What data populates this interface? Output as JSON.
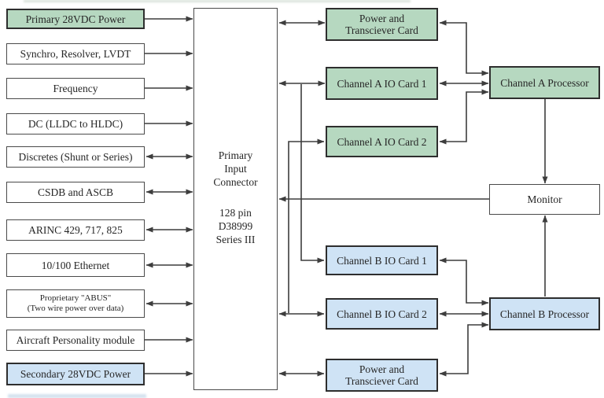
{
  "colors": {
    "green_fill": "#b6d8c0",
    "blue_fill": "#cfe3f5",
    "white_fill": "#ffffff",
    "wire": "#3d3d3d",
    "text": "#262626"
  },
  "inputs": [
    {
      "id": "primary-power",
      "label": "Primary 28VDC Power",
      "variant": "green",
      "direction": "into-connector"
    },
    {
      "id": "synchro",
      "label": "Synchro, Resolver, LVDT",
      "variant": "white",
      "direction": "into-connector"
    },
    {
      "id": "frequency",
      "label": "Frequency",
      "variant": "white",
      "direction": "into-connector"
    },
    {
      "id": "dc",
      "label": "DC (LLDC to HLDC)",
      "variant": "white",
      "direction": "into-connector"
    },
    {
      "id": "discretes",
      "label": "Discretes (Shunt or Series)",
      "variant": "white",
      "direction": "bidirectional"
    },
    {
      "id": "csdb",
      "label": "CSDB and ASCB",
      "variant": "white",
      "direction": "bidirectional"
    },
    {
      "id": "arinc",
      "label": "ARINC 429, 717, 825",
      "variant": "white",
      "direction": "bidirectional"
    },
    {
      "id": "ethernet",
      "label": "10/100 Ethernet",
      "variant": "white",
      "direction": "bidirectional"
    },
    {
      "id": "abus",
      "label": "Proprietary \"ABUS\"",
      "label2": "(Two wire power over data)",
      "variant": "white",
      "direction": "bidirectional"
    },
    {
      "id": "apm",
      "label": "Aircraft Personality module",
      "variant": "white",
      "direction": "into-connector"
    },
    {
      "id": "secondary-power",
      "label": "Secondary 28VDC Power",
      "variant": "blue",
      "direction": "into-connector"
    }
  ],
  "connector": {
    "title_lines": [
      "Primary",
      "Input",
      "Connector"
    ],
    "spec_lines": [
      "128 pin",
      "D38999",
      "Series III"
    ]
  },
  "cards": [
    {
      "id": "power-card-a",
      "line1": "Power and",
      "line2": "Transciever Card",
      "variant": "green"
    },
    {
      "id": "cha-io1",
      "label": "Channel A IO Card 1",
      "variant": "green"
    },
    {
      "id": "cha-io2",
      "label": "Channel A IO Card 2",
      "variant": "green"
    },
    {
      "id": "chb-io1",
      "label": "Channel B IO Card 1",
      "variant": "blue"
    },
    {
      "id": "chb-io2",
      "label": "Channel B IO Card 2",
      "variant": "blue"
    },
    {
      "id": "power-card-b",
      "line1": "Power and",
      "line2": "Transciever Card",
      "variant": "blue"
    }
  ],
  "processors": [
    {
      "id": "cha-processor",
      "label": "Channel A Processor",
      "variant": "green"
    },
    {
      "id": "monitor",
      "label": "Monitor",
      "variant": "white"
    },
    {
      "id": "chb-processor",
      "label": "Channel B Processor",
      "variant": "blue"
    }
  ],
  "edges": [
    {
      "from": "primary-power",
      "to": "connector",
      "arrows": "to"
    },
    {
      "from": "synchro",
      "to": "connector",
      "arrows": "to"
    },
    {
      "from": "frequency",
      "to": "connector",
      "arrows": "to"
    },
    {
      "from": "dc",
      "to": "connector",
      "arrows": "to"
    },
    {
      "from": "discretes",
      "to": "connector",
      "arrows": "both"
    },
    {
      "from": "csdb",
      "to": "connector",
      "arrows": "both"
    },
    {
      "from": "arinc",
      "to": "connector",
      "arrows": "both"
    },
    {
      "from": "ethernet",
      "to": "connector",
      "arrows": "both"
    },
    {
      "from": "abus",
      "to": "connector",
      "arrows": "both"
    },
    {
      "from": "apm",
      "to": "connector",
      "arrows": "to"
    },
    {
      "from": "secondary-power",
      "to": "connector",
      "arrows": "to"
    },
    {
      "from": "connector",
      "to": "power-card-a",
      "arrows": "both"
    },
    {
      "from": "connector",
      "to": "cha-io1",
      "arrows": "both"
    },
    {
      "from": "cha-io1-line",
      "to": "chb-io1",
      "arrows": "to"
    },
    {
      "from": "chb-io2-line",
      "to": "cha-io2",
      "arrows": "to"
    },
    {
      "from": "monitor",
      "to": "connector",
      "arrows": "to"
    },
    {
      "from": "connector",
      "to": "chb-io2",
      "arrows": "both"
    },
    {
      "from": "connector",
      "to": "power-card-b",
      "arrows": "both"
    },
    {
      "from": "power-card-a",
      "to": "cha-processor",
      "arrows": "both"
    },
    {
      "from": "cha-io1",
      "to": "cha-processor",
      "arrows": "both"
    },
    {
      "from": "cha-io2",
      "to": "cha-processor",
      "arrows": "both"
    },
    {
      "from": "cha-processor",
      "to": "monitor",
      "arrows": "to"
    },
    {
      "from": "chb-processor",
      "to": "monitor",
      "arrows": "to"
    },
    {
      "from": "chb-io1",
      "to": "chb-processor",
      "arrows": "both"
    },
    {
      "from": "chb-io2",
      "to": "chb-processor",
      "arrows": "both"
    },
    {
      "from": "power-card-b",
      "to": "chb-processor",
      "arrows": "both"
    }
  ]
}
